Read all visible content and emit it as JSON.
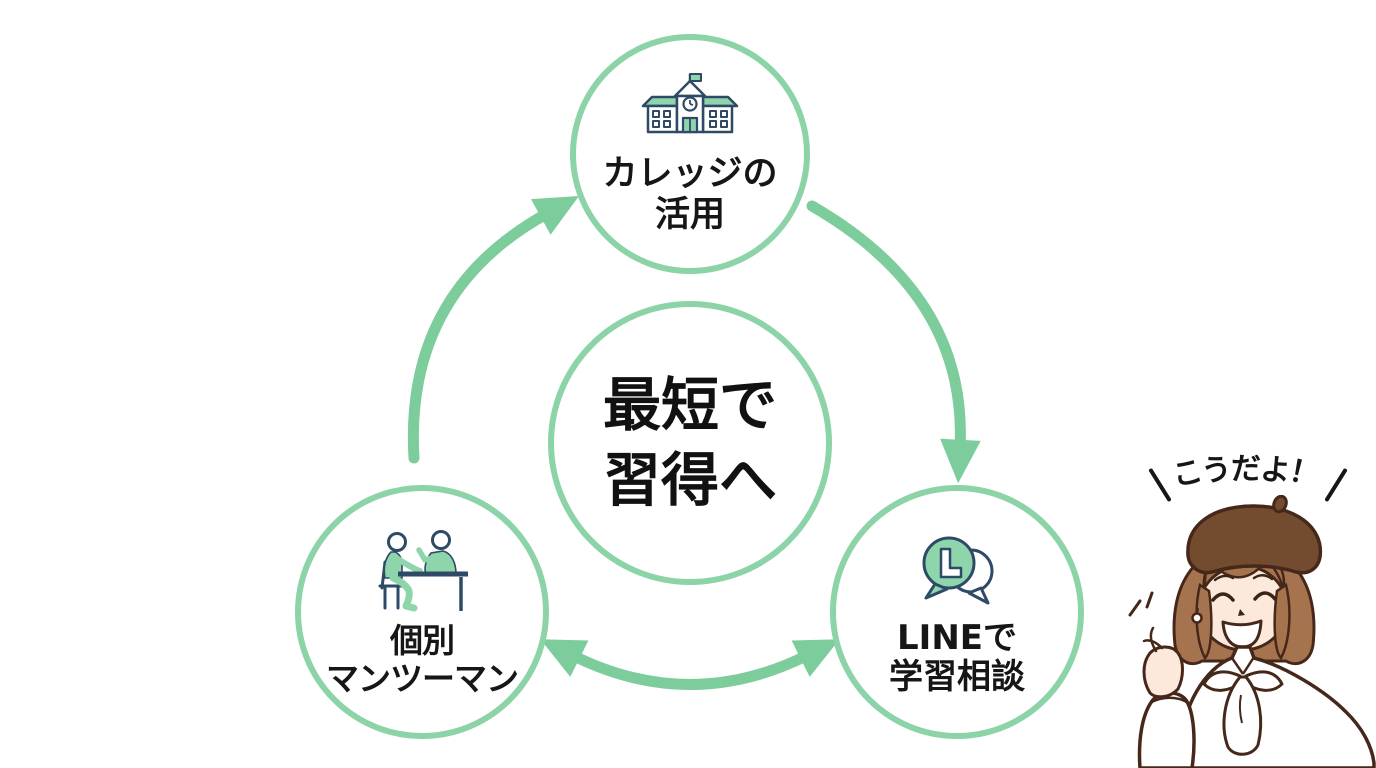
{
  "cycle": {
    "center_circle": {
      "line1": "最短で",
      "line2": "習得へ"
    },
    "top_node": {
      "line1": "カレッジの",
      "line2": "活用",
      "icon": "school-icon"
    },
    "left_node": {
      "line1": "個別",
      "line2": "マンツーマン",
      "icon": "one-on-one-tutoring-icon"
    },
    "right_node": {
      "line1": "LINEで",
      "line2": "学習相談",
      "icon": "line-chat-bubble-icon"
    }
  },
  "character": {
    "speech": "こうだよ！"
  },
  "colors": {
    "arrow_green": "#7CCD9B",
    "circle_border_green": "#8CD3A8",
    "icon_navy": "#2E4A66",
    "icon_green": "#8FD5AC",
    "text_ink": "#1A1A1A",
    "beret_brown": "#734B2F",
    "hair_brown": "#A5744E",
    "outline_brown": "#46281A",
    "skin": "#FCE9DB"
  }
}
